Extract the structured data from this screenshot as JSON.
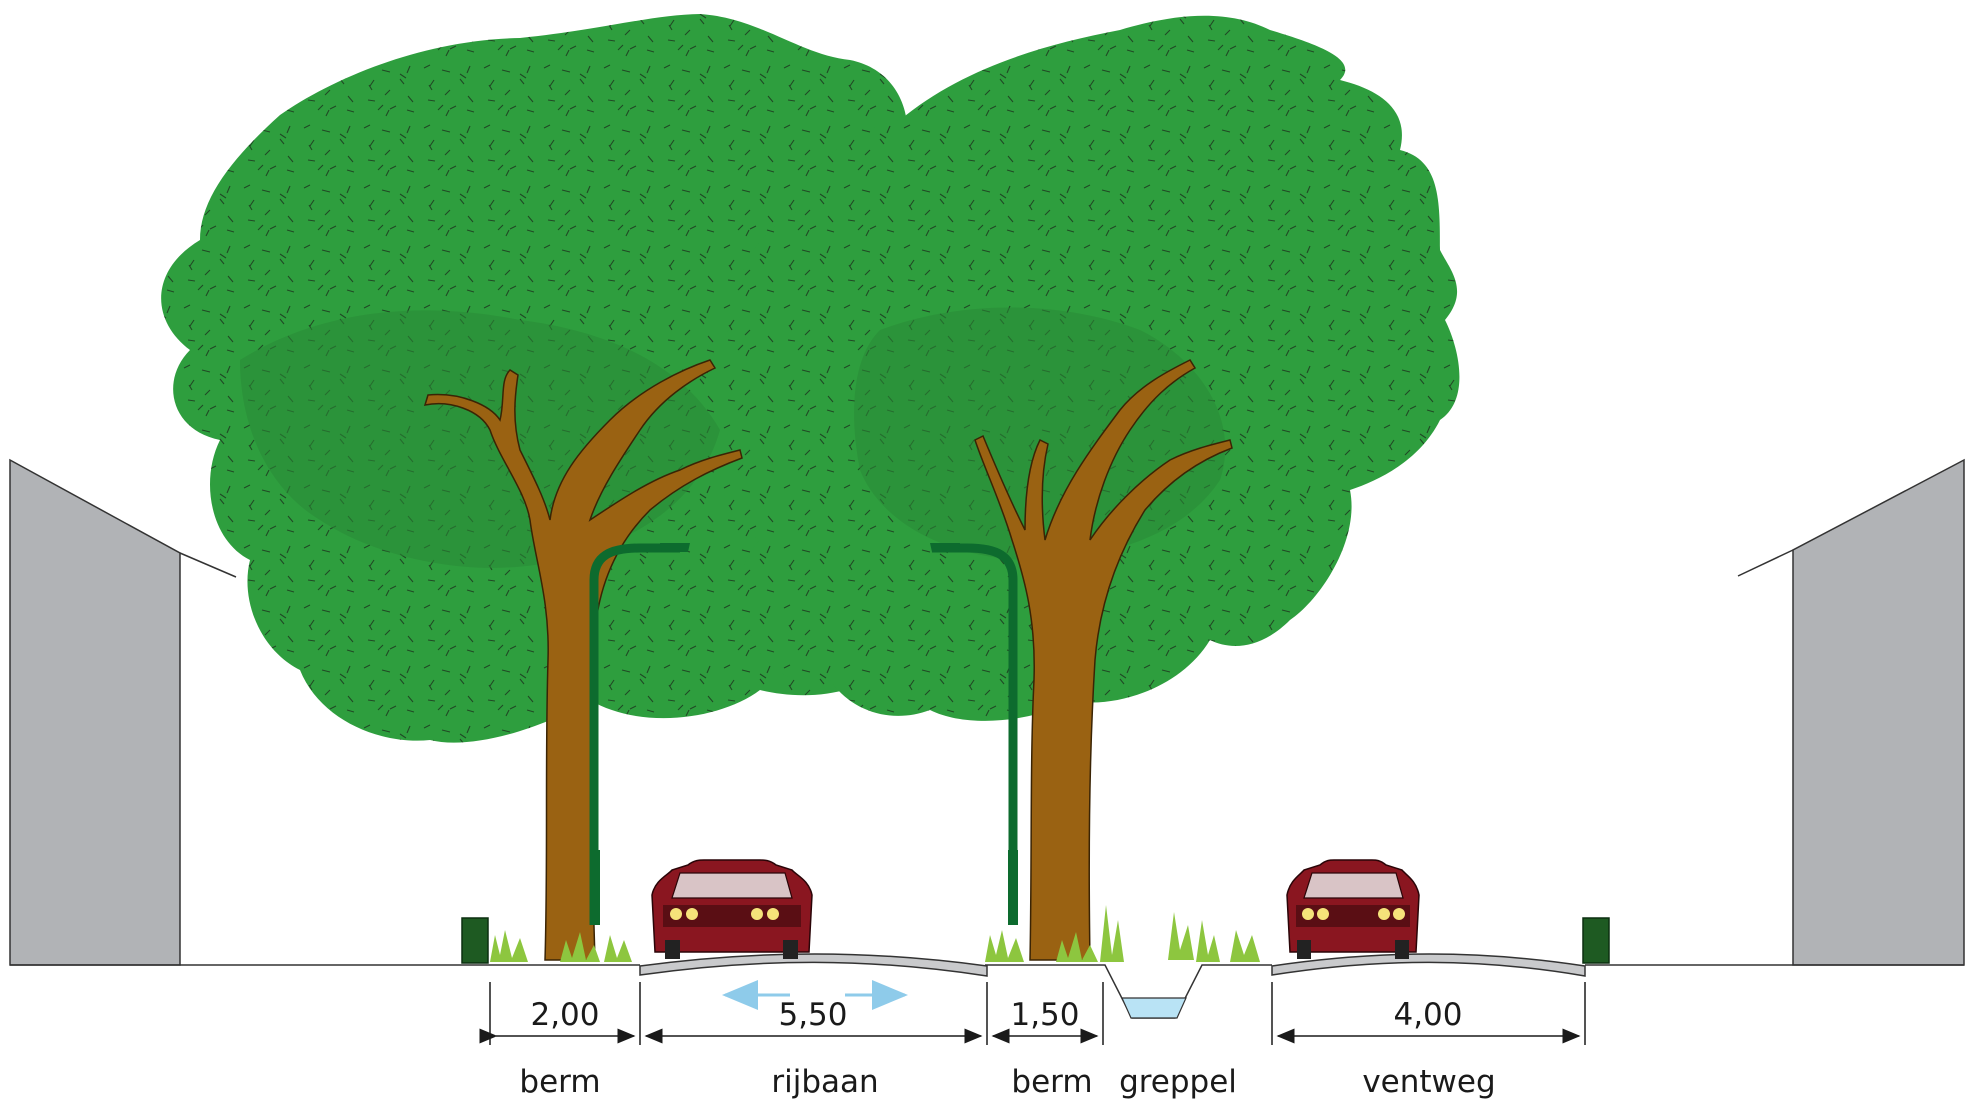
{
  "profile": {
    "segments": [
      {
        "label": "berm",
        "width": "2,00"
      },
      {
        "label": "rijbaan",
        "width": "5,50"
      },
      {
        "label": "berm",
        "width": "1,50"
      },
      {
        "label": "greppel",
        "width": ""
      },
      {
        "label": "ventweg",
        "width": "4,00"
      }
    ]
  },
  "colors": {
    "foliage": "#2e9e3e",
    "foliage_shadow": "#2a8a36",
    "trunk": "#9a6212",
    "building": "#b1b3b6",
    "pole": "#0d6b2e",
    "car": "#8a1620",
    "road": "#c9cacc",
    "grass": "#8dc63f",
    "water": "#b9e3f5",
    "arrow": "#8ecbea"
  }
}
